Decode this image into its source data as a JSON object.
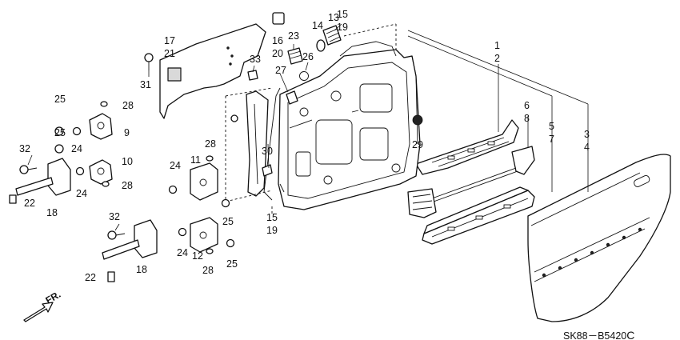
{
  "diagram": {
    "code": "SK88－B5420",
    "code_suffix": "C",
    "direction_label": "FR.",
    "callouts": {
      "c1": "1",
      "c2": "2",
      "c3": "3",
      "c4": "4",
      "c5": "5",
      "c6": "6",
      "c7": "7",
      "c8": "8",
      "c9": "9",
      "c10": "10",
      "c11": "11",
      "c12": "12",
      "c13": "13",
      "c14": "14",
      "c15a": "15",
      "c15b": "15",
      "c16": "16",
      "c17": "17",
      "c18a": "18",
      "c18b": "18",
      "c19a": "19",
      "c19b": "19",
      "c20": "20",
      "c21": "21",
      "c22a": "22",
      "c22b": "22",
      "c23": "23",
      "c24a": "24",
      "c24b": "24",
      "c24c": "24",
      "c24d": "24",
      "c25a": "25",
      "c25b": "25",
      "c25c": "25",
      "c25d": "25",
      "c26": "26",
      "c27": "27",
      "c28a": "28",
      "c28b": "28",
      "c28c": "28",
      "c28d": "28",
      "c29": "29",
      "c30": "30",
      "c31": "31",
      "c32a": "32",
      "c32b": "32",
      "c33": "33"
    }
  }
}
